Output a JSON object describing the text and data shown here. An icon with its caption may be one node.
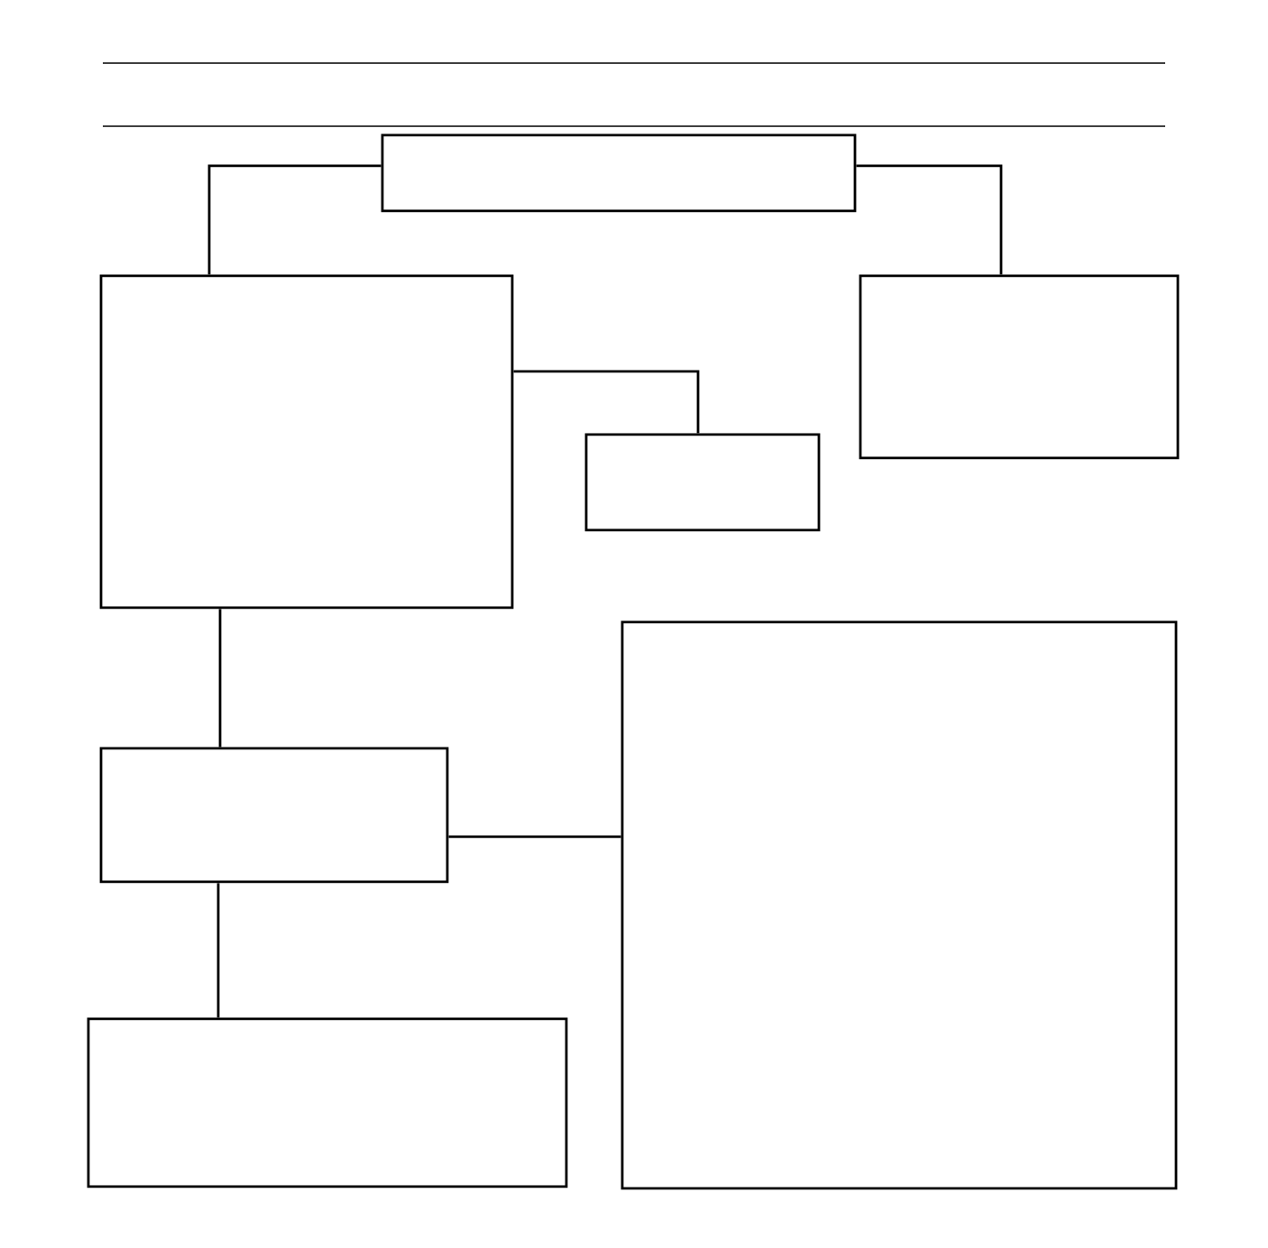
{
  "diagram": {
    "nodes": [
      {
        "text": [],
        "shape": "box"
      },
      {
        "text": [],
        "shape": "box"
      },
      {
        "text": [],
        "shape": "box"
      },
      {
        "text": [],
        "shape": "box"
      },
      {
        "text": [],
        "shape": "box"
      },
      {
        "text": [],
        "shape": "box"
      },
      {
        "text": [],
        "shape": "box"
      }
    ],
    "edges": [
      {
        "from": 0,
        "to": 1,
        "arrow": "none"
      },
      {
        "from": 0,
        "to": 2,
        "arrow": "none"
      },
      {
        "from": 1,
        "to": 3,
        "arrow": "none"
      },
      {
        "from": 1,
        "to": 4,
        "arrow": "none"
      },
      {
        "from": 4,
        "to": 5,
        "arrow": "none"
      },
      {
        "from": 4,
        "to": 6,
        "arrow": "none"
      }
    ]
  }
}
